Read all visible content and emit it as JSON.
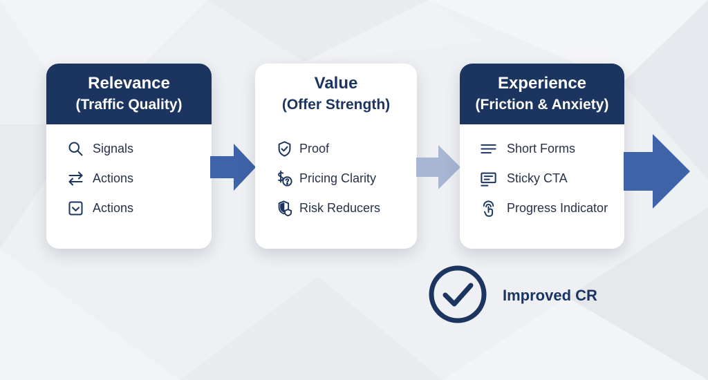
{
  "stages": [
    {
      "title": "Relevance",
      "subtitle": "(Traffic Quality)",
      "items": [
        {
          "label": "Signals",
          "icon": "search-icon"
        },
        {
          "label": "Actions",
          "icon": "swap-arrows-icon"
        },
        {
          "label": "Actions",
          "icon": "inbox-icon"
        }
      ]
    },
    {
      "title": "Value",
      "subtitle": "(Offer Strength)",
      "items": [
        {
          "label": "Proof",
          "icon": "shield-check-icon"
        },
        {
          "label": "Pricing Clarity",
          "icon": "dollar-question-icon"
        },
        {
          "label": "Risk Reducers",
          "icon": "shield-badge-icon"
        }
      ]
    },
    {
      "title": "Experience",
      "subtitle": "(Friction & Anxiety)",
      "items": [
        {
          "label": "Short Forms",
          "icon": "lines-icon"
        },
        {
          "label": "Sticky CTA",
          "icon": "cta-bar-icon"
        },
        {
          "label": "Progress Indicator",
          "icon": "tap-hand-icon"
        }
      ]
    }
  ],
  "result": {
    "label": "Improved CR",
    "icon": "check-circle-icon"
  },
  "colors": {
    "navy": "#1b3560",
    "arrow_strong": "#3f63a8",
    "arrow_light": "#a7b6d3",
    "text": "#27324a",
    "background": "#eef0f3"
  }
}
